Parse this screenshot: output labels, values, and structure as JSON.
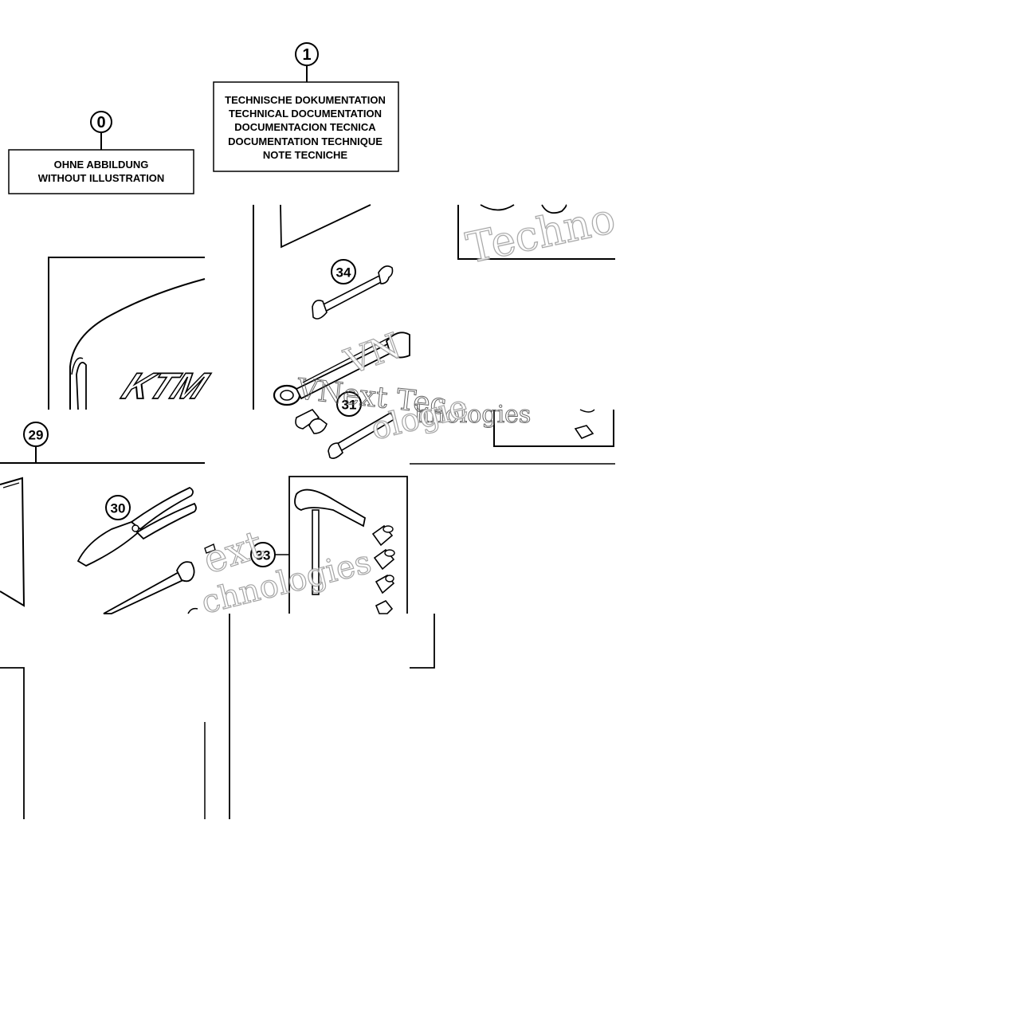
{
  "callouts": {
    "c0": "0",
    "c1": "1",
    "c29": "29",
    "c30": "30",
    "c31": "31",
    "c33": "33",
    "c34": "34"
  },
  "box0": {
    "lines": [
      "OHNE ABBILDUNG",
      "WITHOUT ILLUSTRATION"
    ]
  },
  "box1": {
    "lines": [
      "TECHNISCHE DOKUMENTATION",
      "TECHNICAL DOCUMENTATION",
      "DOCUMENTACION TECNICA",
      "DOCUMENTATION TECHNIQUE",
      "NOTE TECNICHE"
    ]
  },
  "logo": "KTM",
  "watermarks": {
    "w1": "Techno",
    "w2": "VNext Tec",
    "w3": "hnologies",
    "w4": "ologie",
    "w5": "ext",
    "w6": "chnologies",
    "w7": "VN"
  }
}
